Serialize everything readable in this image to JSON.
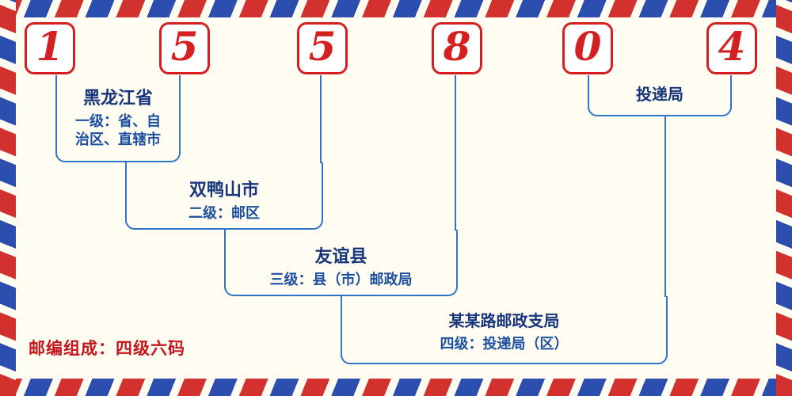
{
  "postal_code": {
    "digits": [
      "1",
      "5",
      "5",
      "8",
      "0",
      "4"
    ]
  },
  "labels": {
    "level1": {
      "name": "黑龙江省",
      "desc": "一级：省、自\n治区、直辖市"
    },
    "level2": {
      "name": "双鸭山市",
      "desc": "二级：邮区"
    },
    "level3": {
      "name": "友谊县",
      "desc": "三级：县（市）邮政局"
    },
    "level4": {
      "name": "某某路邮政支局",
      "desc": "四级：投递局（区）"
    },
    "delivery": {
      "name": "投递局"
    }
  },
  "footer": {
    "composition": "邮编组成：四级六码"
  },
  "colors": {
    "digit_red": "#d42020",
    "line_blue": "#2e74c8",
    "label_navy": "#17357a",
    "desc_blue": "#1d4fa0",
    "stripe_red": "#d3312e",
    "stripe_blue": "#2b4eae",
    "footer_red": "#c5161d",
    "background": "#fffdf2"
  }
}
